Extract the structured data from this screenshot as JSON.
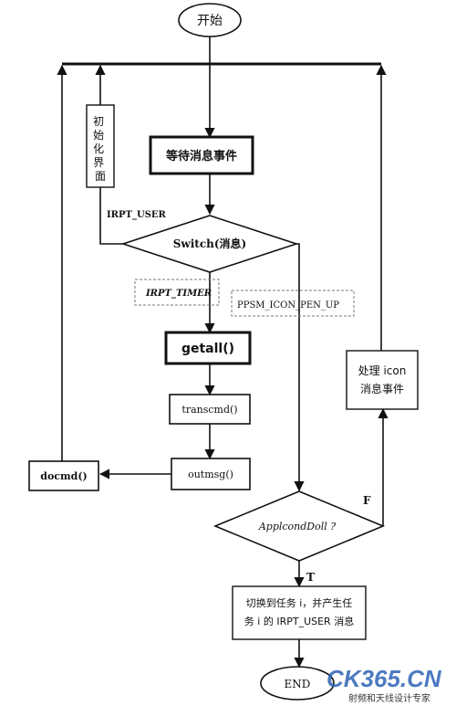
{
  "nodes": {
    "start": "开始",
    "wait_event": "等待消息事件",
    "switch": "Switch(消息)",
    "init_interface": "初始化界面",
    "getall": "getall()",
    "transcmd": "transcmd()",
    "outmsg": "outmsg()",
    "docmd": "docmd()",
    "handle_icon_line1": "处理 icon",
    "handle_icon_line2": "消息事件",
    "decision": "ApplcondDoll ?",
    "switch_task_line1": "切换到任务 i，并产生任",
    "switch_task_line2": "务 i 的 IRPT_USER 消息",
    "end": "END"
  },
  "edge_labels": {
    "irpt_user": "IRPT_USER",
    "irpt_timer": "IRPT_TIMER",
    "pen_up": "PPSM_ICON_PEN_UP",
    "false": "F",
    "true": "T"
  },
  "watermark": {
    "logo": "CK365.CN",
    "caption": "射频和天线设计专家"
  },
  "colors": {
    "line": "#111111",
    "watermark_blue": "#2f63b6",
    "watermark_orange": "#e36b1f"
  }
}
